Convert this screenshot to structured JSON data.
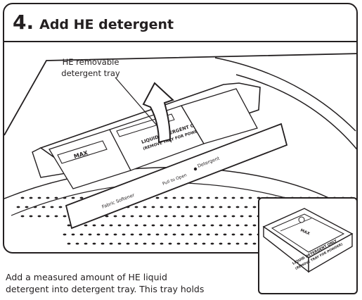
{
  "step": {
    "number": "4.",
    "title": "Add HE detergent"
  },
  "callout": {
    "line1": "HE removable",
    "line2": "detergent tray"
  },
  "tray_labels": {
    "max": "MAX",
    "liquid_line1": "LIQUID DETERGENT ONLY",
    "liquid_line2": "(REMOVE TRAY FOR POWDER)",
    "detergent": "Detergent",
    "fabric_softener": "Fabric Softener",
    "pull_to_open": "Pull to Open"
  },
  "inset_labels": {
    "max": "MAX",
    "liquid_line1": "LIQUID DETERGENT ONLY",
    "liquid_line2": "(REMOVE TRAY FOR POWDER)"
  },
  "caption": {
    "line1": "Add a measured amount of HE liquid",
    "line2": "detergent into detergent tray. This tray holds"
  }
}
